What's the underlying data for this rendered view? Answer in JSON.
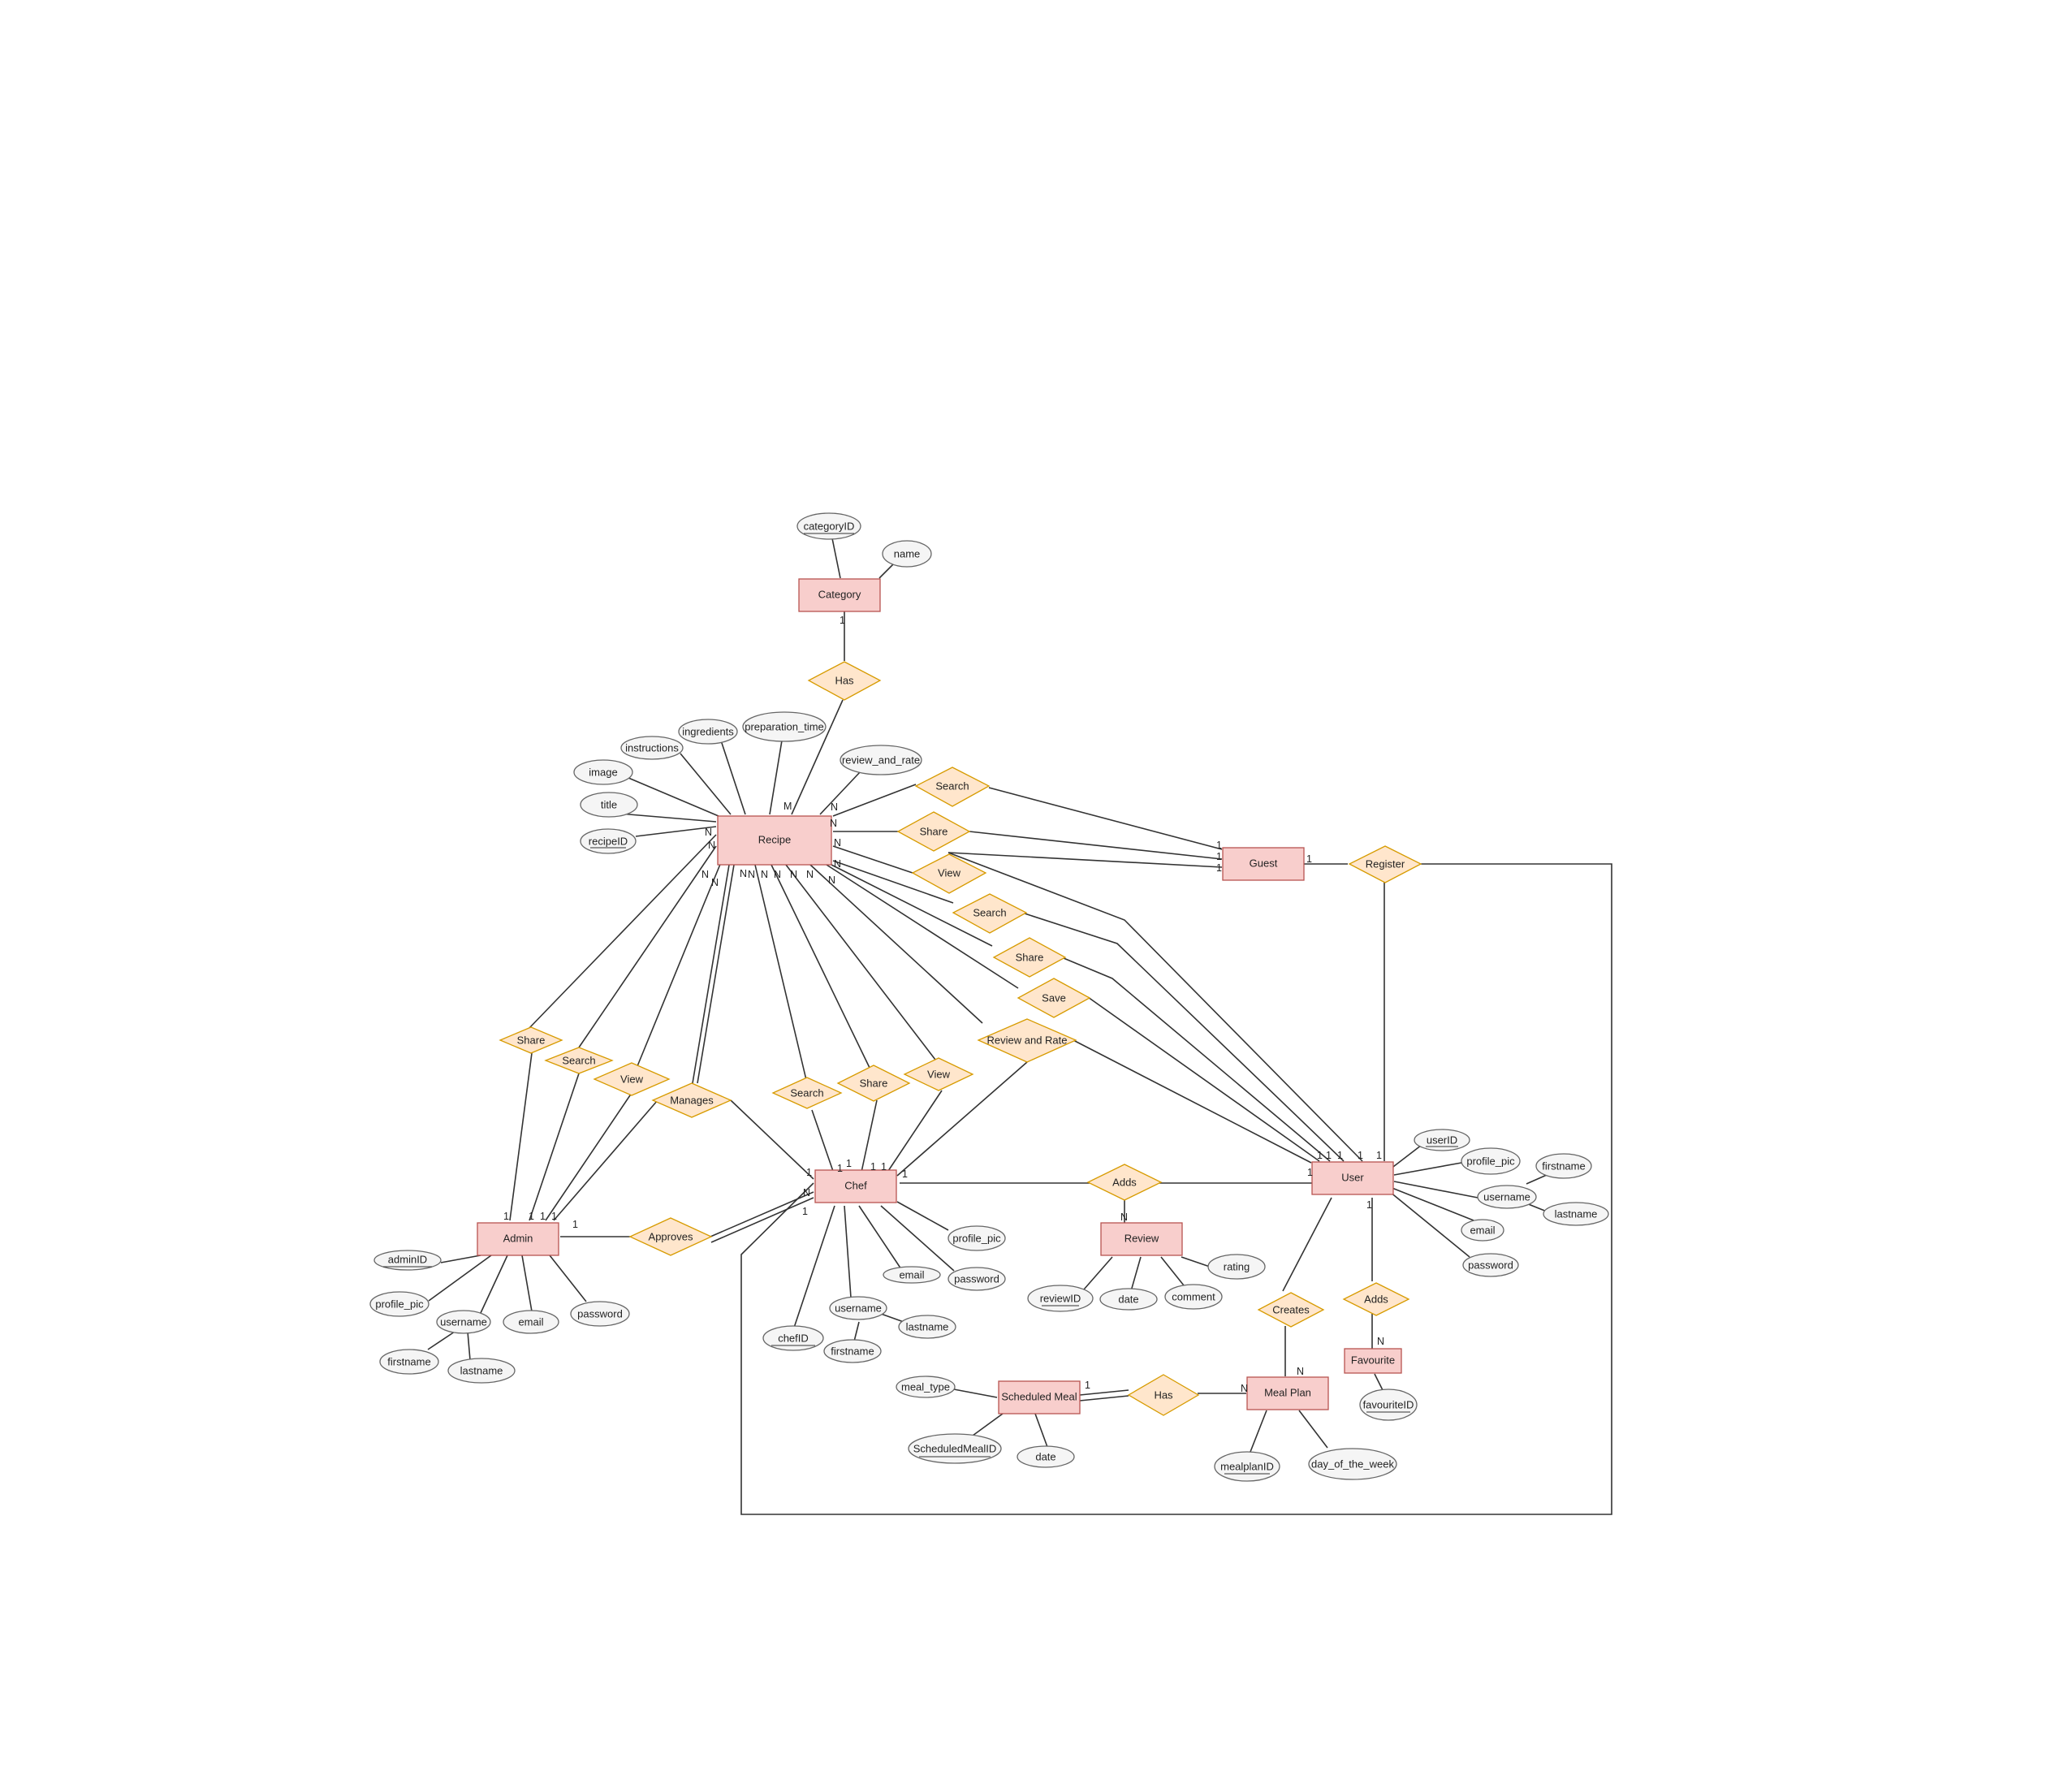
{
  "entities": [
    {
      "id": "recipe",
      "label": "Recipe"
    },
    {
      "id": "category",
      "label": "Category"
    },
    {
      "id": "guest",
      "label": "Guest"
    },
    {
      "id": "user",
      "label": "User"
    },
    {
      "id": "chef",
      "label": "Chef"
    },
    {
      "id": "admin",
      "label": "Admin"
    },
    {
      "id": "review",
      "label": "Review"
    },
    {
      "id": "favourite",
      "label": "Favourite"
    },
    {
      "id": "mealplan",
      "label": "Meal Plan"
    },
    {
      "id": "scheduled",
      "label": "Scheduled Meal"
    }
  ],
  "relationships": [
    {
      "id": "r_has_cat",
      "label": "Has"
    },
    {
      "id": "r_g_search",
      "label": "Search"
    },
    {
      "id": "r_g_share",
      "label": "Share"
    },
    {
      "id": "r_g_view",
      "label": "View"
    },
    {
      "id": "r_register",
      "label": "Register"
    },
    {
      "id": "r_u_search",
      "label": "Search"
    },
    {
      "id": "r_u_share",
      "label": "Share"
    },
    {
      "id": "r_u_save",
      "label": "Save"
    },
    {
      "id": "r_u_review",
      "label": "Review and Rate"
    },
    {
      "id": "r_a_share",
      "label": "Share"
    },
    {
      "id": "r_a_search",
      "label": "Search"
    },
    {
      "id": "r_a_view",
      "label": "View"
    },
    {
      "id": "r_manages",
      "label": "Manages"
    },
    {
      "id": "r_c_search",
      "label": "Search"
    },
    {
      "id": "r_c_share",
      "label": "Share"
    },
    {
      "id": "r_c_view",
      "label": "View"
    },
    {
      "id": "r_adds_review",
      "label": "Adds"
    },
    {
      "id": "r_approves",
      "label": "Approves"
    },
    {
      "id": "r_creates",
      "label": "Creates"
    },
    {
      "id": "r_adds_fav",
      "label": "Adds"
    },
    {
      "id": "r_has_meal",
      "label": "Has"
    }
  ],
  "attributes": [
    {
      "id": "a_categoryID",
      "label": "categoryID",
      "key": true
    },
    {
      "id": "a_cat_name",
      "label": "name",
      "key": false
    },
    {
      "id": "a_ingredients",
      "label": "ingredients",
      "key": false
    },
    {
      "id": "a_prep",
      "label": "preparation_time",
      "key": false
    },
    {
      "id": "a_instructions",
      "label": "instructions",
      "key": false
    },
    {
      "id": "a_rr",
      "label": "review_and_rate",
      "key": false
    },
    {
      "id": "a_image",
      "label": "image",
      "key": false
    },
    {
      "id": "a_title",
      "label": "title",
      "key": false
    },
    {
      "id": "a_recipeID",
      "label": "recipeID",
      "key": true
    },
    {
      "id": "a_userID",
      "label": "userID",
      "key": true
    },
    {
      "id": "a_u_pic",
      "label": "profile_pic",
      "key": false
    },
    {
      "id": "a_u_first",
      "label": "firstname",
      "key": false
    },
    {
      "id": "a_u_username",
      "label": "username",
      "key": false
    },
    {
      "id": "a_u_last",
      "label": "lastname",
      "key": false
    },
    {
      "id": "a_u_email",
      "label": "email",
      "key": false
    },
    {
      "id": "a_u_pass",
      "label": "password",
      "key": false
    },
    {
      "id": "a_c_pic",
      "label": "profile_pic",
      "key": false
    },
    {
      "id": "a_c_email",
      "label": "email",
      "key": false
    },
    {
      "id": "a_c_pass",
      "label": "password",
      "key": false
    },
    {
      "id": "a_c_username",
      "label": "username",
      "key": false
    },
    {
      "id": "a_c_last",
      "label": "lastname",
      "key": false
    },
    {
      "id": "a_chefID",
      "label": "chefID",
      "key": true
    },
    {
      "id": "a_c_first",
      "label": "firstname",
      "key": false
    },
    {
      "id": "a_adminID",
      "label": "adminID",
      "key": true
    },
    {
      "id": "a_a_pic",
      "label": "profile_pic",
      "key": false
    },
    {
      "id": "a_a_username",
      "label": "username",
      "key": false
    },
    {
      "id": "a_a_email",
      "label": "email",
      "key": false
    },
    {
      "id": "a_a_pass",
      "label": "password",
      "key": false
    },
    {
      "id": "a_a_first",
      "label": "firstname",
      "key": false
    },
    {
      "id": "a_a_last",
      "label": "lastname",
      "key": false
    },
    {
      "id": "a_rating",
      "label": "rating",
      "key": false
    },
    {
      "id": "a_reviewID",
      "label": "reviewID",
      "key": true
    },
    {
      "id": "a_r_date",
      "label": "date",
      "key": false
    },
    {
      "id": "a_comment",
      "label": "comment",
      "key": false
    },
    {
      "id": "a_favID",
      "label": "favouriteID",
      "key": true
    },
    {
      "id": "a_mealplanID",
      "label": "mealplanID",
      "key": true
    },
    {
      "id": "a_dow",
      "label": "day_of_the_week",
      "key": false
    },
    {
      "id": "a_meal_type",
      "label": "meal_type",
      "key": false
    },
    {
      "id": "a_smID",
      "label": "ScheduledMealID",
      "key": true
    },
    {
      "id": "a_sm_date",
      "label": "date",
      "key": false
    }
  ],
  "cardinalities": [
    {
      "id": "c1",
      "label": "1"
    },
    {
      "id": "c2",
      "label": "M"
    },
    {
      "id": "c3",
      "label": "N"
    },
    {
      "id": "c4",
      "label": "N"
    },
    {
      "id": "c5",
      "label": "N"
    },
    {
      "id": "c6",
      "label": "N"
    },
    {
      "id": "c7",
      "label": "N"
    },
    {
      "id": "c8",
      "label": "N"
    },
    {
      "id": "c9",
      "label": "N"
    },
    {
      "id": "c10",
      "label": "N"
    },
    {
      "id": "c11",
      "label": "N"
    },
    {
      "id": "c12",
      "label": "N"
    },
    {
      "id": "c13",
      "label": "N"
    },
    {
      "id": "c14",
      "label": "N"
    },
    {
      "id": "c15",
      "label": "N"
    },
    {
      "id": "c16",
      "label": "N"
    },
    {
      "id": "c17",
      "label": "N"
    },
    {
      "id": "c18",
      "label": "1"
    },
    {
      "id": "c19",
      "label": "1"
    },
    {
      "id": "c20",
      "label": "1"
    },
    {
      "id": "c21",
      "label": "1"
    },
    {
      "id": "c22",
      "label": "1"
    },
    {
      "id": "c23",
      "label": "1"
    },
    {
      "id": "c24",
      "label": "1"
    },
    {
      "id": "c25",
      "label": "1"
    },
    {
      "id": "c26",
      "label": "1"
    },
    {
      "id": "c27",
      "label": "1"
    },
    {
      "id": "c28",
      "label": "1"
    },
    {
      "id": "c29",
      "label": "1"
    },
    {
      "id": "c30",
      "label": "1"
    },
    {
      "id": "c31",
      "label": "1"
    },
    {
      "id": "c32",
      "label": "1"
    },
    {
      "id": "c33",
      "label": "1"
    },
    {
      "id": "c34",
      "label": "1"
    },
    {
      "id": "c35",
      "label": "1"
    },
    {
      "id": "c36",
      "label": "1"
    },
    {
      "id": "c37",
      "label": "1"
    },
    {
      "id": "c38",
      "label": "1"
    },
    {
      "id": "c39",
      "label": "1"
    },
    {
      "id": "c40",
      "label": "N"
    },
    {
      "id": "c41",
      "label": "N"
    },
    {
      "id": "c42",
      "label": "N"
    },
    {
      "id": "c43",
      "label": "N"
    },
    {
      "id": "c44",
      "label": "1"
    },
    {
      "id": "c45",
      "label": "N"
    },
    {
      "id": "c46",
      "label": "1"
    },
    {
      "id": "c47",
      "label": "1"
    }
  ]
}
